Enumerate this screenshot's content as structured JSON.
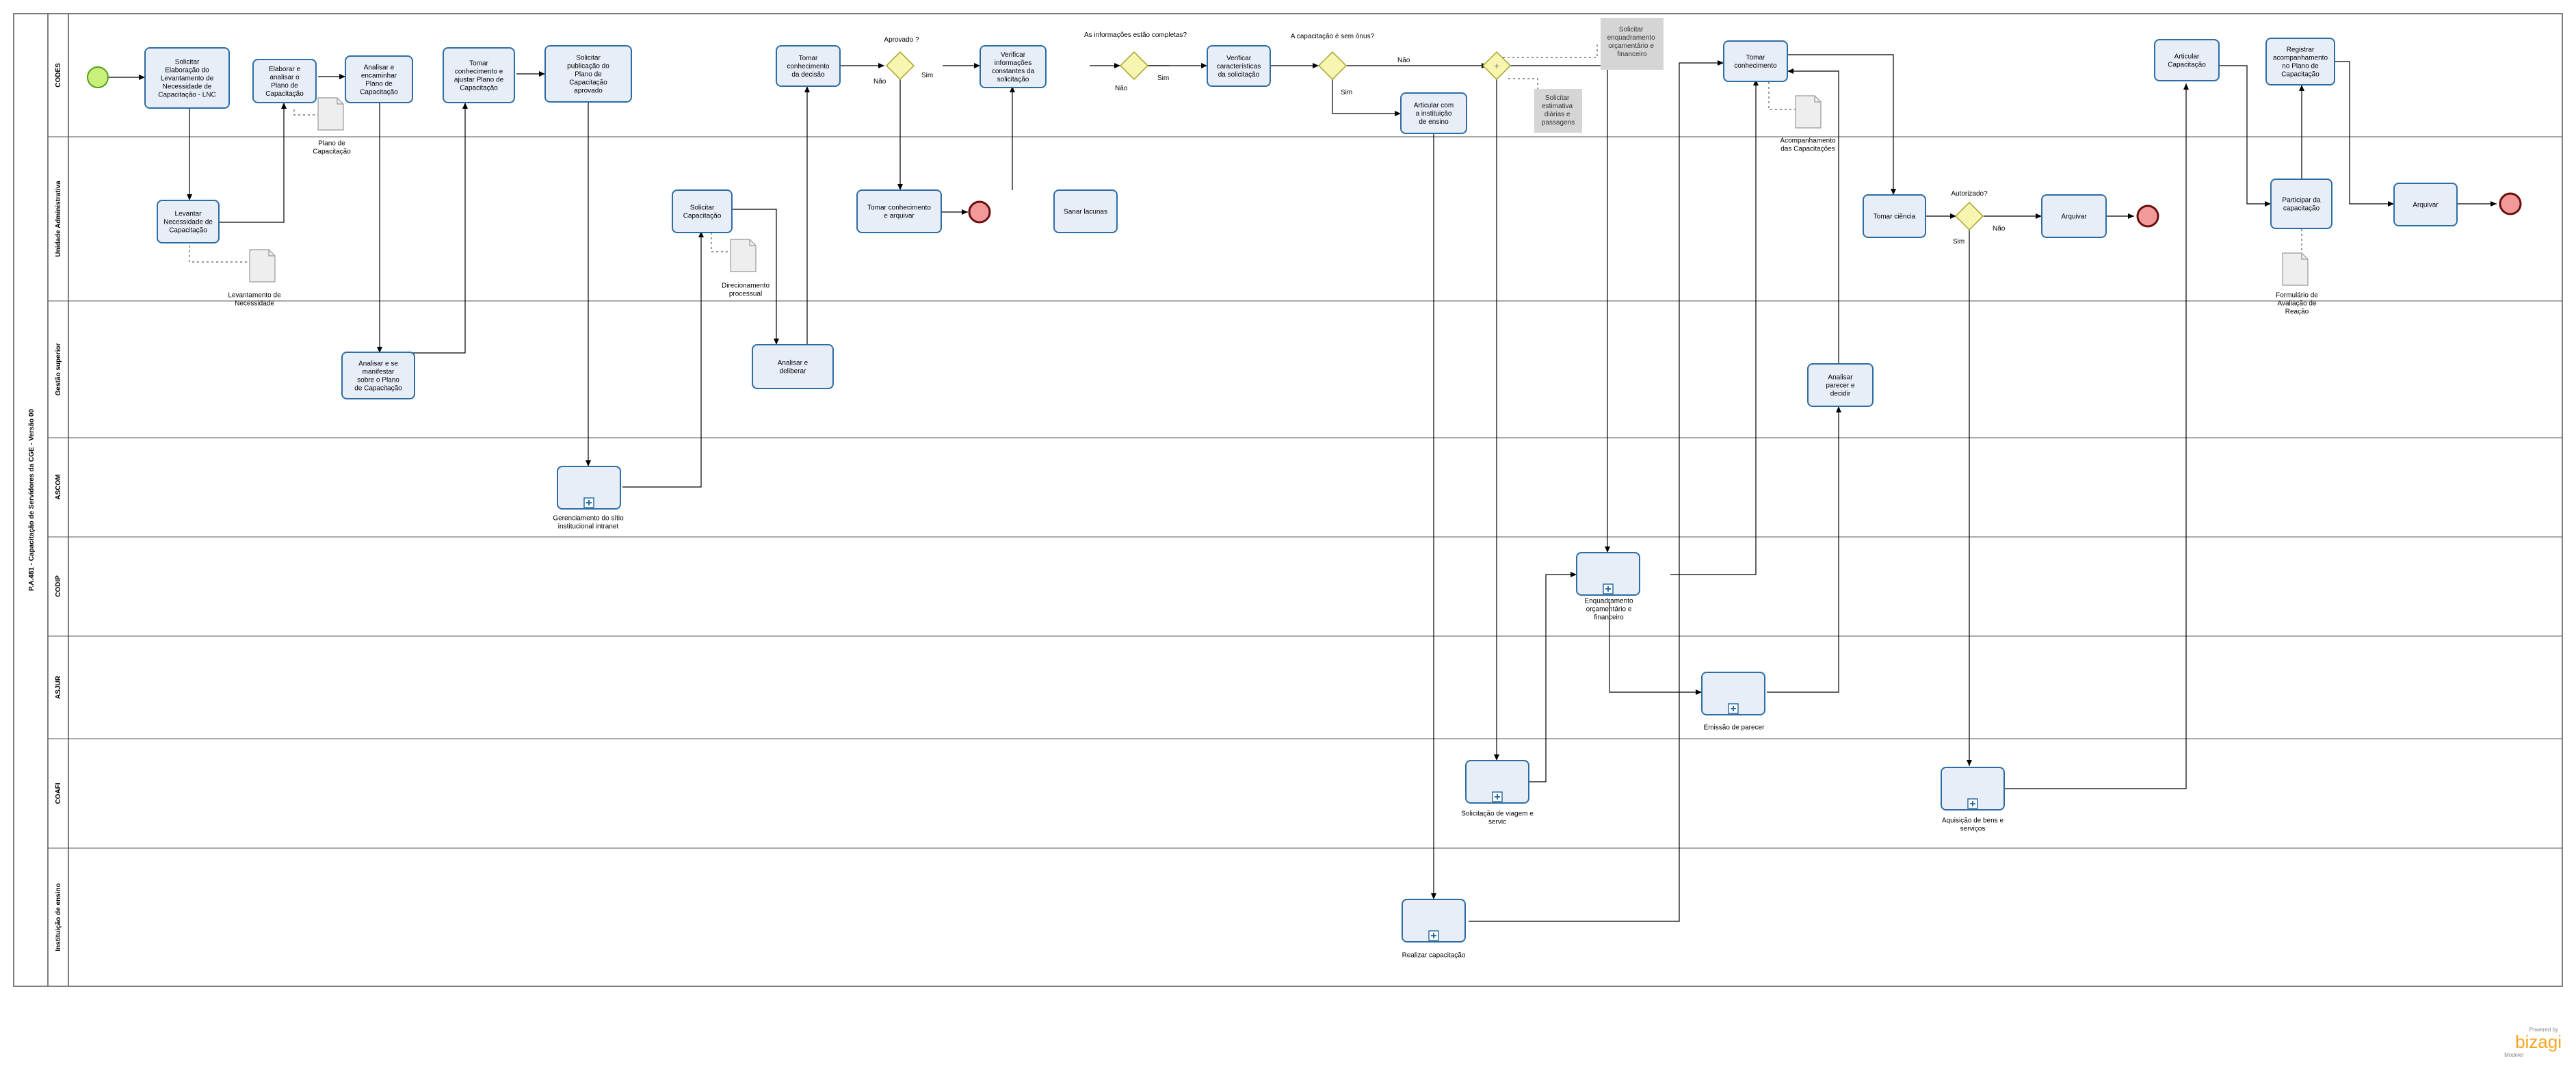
{
  "pool": {
    "title": "P.A.481 - Capacitação de Servidores da CGE - Versão 00"
  },
  "lanes": [
    {
      "id": "codes",
      "label": "CODES"
    },
    {
      "id": "ua",
      "label": "Unidade Administrativa"
    },
    {
      "id": "gestao",
      "label": "Gestão superior"
    },
    {
      "id": "ascom",
      "label": "ASCOM"
    },
    {
      "id": "codip",
      "label": "CODIP"
    },
    {
      "id": "asjur",
      "label": "ASJUR"
    },
    {
      "id": "coafi",
      "label": "COAFI"
    },
    {
      "id": "inst",
      "label": "Instituição de ensino"
    }
  ],
  "tasks": [
    {
      "id": "t1",
      "label": "Solicitar Elaboração do Levantamento de Necessidade de Capacitação - LNC"
    },
    {
      "id": "t2",
      "label": "Levantar Necessidade de Capacitação"
    },
    {
      "id": "t3",
      "label": "Elaborar e analisar o Plano de Capacitação"
    },
    {
      "id": "t4",
      "label": "Analisar e encaminhar Plano de Capacitação"
    },
    {
      "id": "t5",
      "label": "Analisar e se manifestar sobre o Plano de Capacitação"
    },
    {
      "id": "t6",
      "label": "Tomar conhecimento e ajustar Plano de Capacitação"
    },
    {
      "id": "t7",
      "label": "Solicitar publicação do Plano de Capacitação aprovado"
    },
    {
      "id": "t8",
      "label": "Solicitar Capacitação"
    },
    {
      "id": "t9",
      "label": "Analisar e deliberar"
    },
    {
      "id": "t10",
      "label": "Tomar conhecimento da decisão"
    },
    {
      "id": "t11",
      "label": "Tomar conhecimento e arquivar"
    },
    {
      "id": "t12",
      "label": "Verificar informações constantes da solicitação"
    },
    {
      "id": "t13",
      "label": "Sanar lacunas"
    },
    {
      "id": "t14",
      "label": "Verificar características da solicitação"
    },
    {
      "id": "t15",
      "label": "Articular com a instituição de ensino"
    },
    {
      "id": "t16",
      "label": "Tomar conhecimento"
    },
    {
      "id": "t17",
      "label": "Tomar ciência"
    },
    {
      "id": "t18",
      "label": "Analisar parecer e decidir"
    },
    {
      "id": "t19",
      "label": "Arquivar"
    },
    {
      "id": "t20",
      "label": "Articular Capacitação"
    },
    {
      "id": "t21",
      "label": "Registrar acompanhamento no Plano de Capacitação"
    },
    {
      "id": "t22",
      "label": "Participar da capacitação"
    },
    {
      "id": "t23",
      "label": "Arquivar"
    }
  ],
  "subprocesses": [
    {
      "id": "s1",
      "label": "Gerenciamento do sítio institucional intranet"
    },
    {
      "id": "s2",
      "label": "Enquadramento orçamentário e financeiro"
    },
    {
      "id": "s3",
      "label": "Emissão de parecer"
    },
    {
      "id": "s4",
      "label": "Solicitação de viagem e servic"
    },
    {
      "id": "s5",
      "label": "Aquisição de bens e serviços"
    },
    {
      "id": "s6",
      "label": "Realizar capacitação"
    }
  ],
  "gateways": [
    {
      "id": "g1",
      "label": "Aprovado ?"
    },
    {
      "id": "g2",
      "label": "As informações estão completas?"
    },
    {
      "id": "g3",
      "label": "A capacitação é sem ônus?"
    },
    {
      "id": "g4",
      "label": ""
    },
    {
      "id": "g5",
      "label": "Autorizado?"
    }
  ],
  "documents": [
    {
      "id": "d1",
      "label": "Plano de Capacitação"
    },
    {
      "id": "d2",
      "label": "Levantamento de Necessidade"
    },
    {
      "id": "d3",
      "label": "Direcionamento processual"
    },
    {
      "id": "d4",
      "label": "Acompanhamento das Capacitações"
    },
    {
      "id": "d5",
      "label": "Formulário de Avaliação de Reação"
    }
  ],
  "annotations": [
    {
      "id": "a1",
      "label": "Solicitar enquadramento orçamentário e financeiro"
    },
    {
      "id": "a2",
      "label": "Solicitar estimativa diárias e passagens"
    }
  ],
  "flow_labels": [
    {
      "id": "f_nao_g1",
      "label": "Não"
    },
    {
      "id": "f_sim_g1",
      "label": "Sim"
    },
    {
      "id": "f_nao_g2",
      "label": "Não"
    },
    {
      "id": "f_sim_g2",
      "label": "Sim"
    },
    {
      "id": "f_nao_g3",
      "label": "Não"
    },
    {
      "id": "f_sim_g3",
      "label": "Sim"
    },
    {
      "id": "f_sim_g5",
      "label": "Sim"
    },
    {
      "id": "f_nao_g5",
      "label": "Não"
    }
  ],
  "branding": {
    "line1": "Powered by",
    "logo": "bizagi",
    "line2": "Modeler"
  },
  "colors": {
    "task_fill": "#e8eef8",
    "task_stroke": "#2e6da4",
    "gateway_fill": "#f7f5b0",
    "gateway_stroke": "#a3a32a",
    "start_fill": "#c8f07a",
    "start_stroke": "#52a017",
    "end_fill": "#f29a9a",
    "end_stroke": "#6a0d0d",
    "annotation_fill": "#d5d5d5",
    "logo": "#f5a623"
  }
}
